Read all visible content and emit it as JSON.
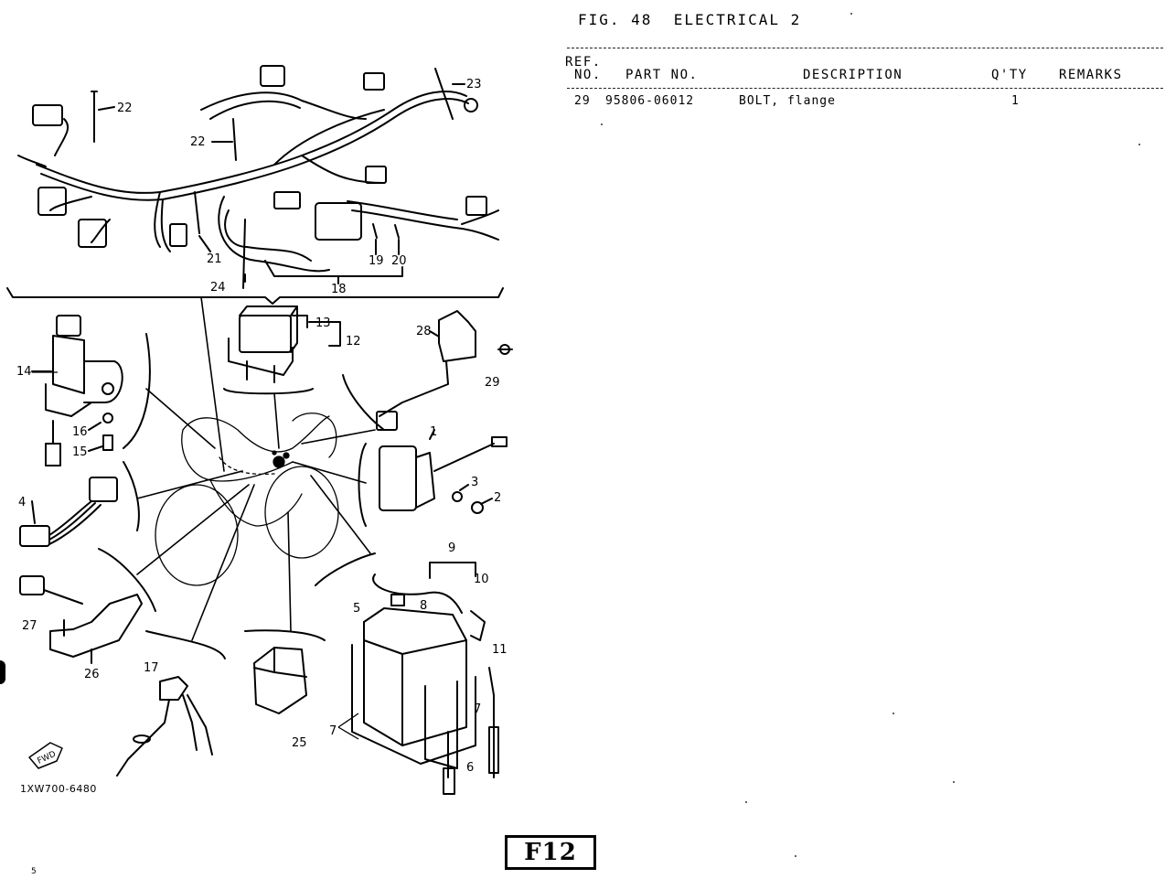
{
  "figure": {
    "title": "FIG. 48  ELECTRICAL 2"
  },
  "table": {
    "headers": {
      "ref_line1": "REF.",
      "ref_line2": "NO.",
      "part_no": "PART NO.",
      "description": "DESCRIPTION",
      "qty": "Q'TY",
      "remarks": "REMARKS"
    },
    "rows": [
      {
        "ref": "29",
        "part_no": "95806-06012",
        "description": "BOLT, flange",
        "qty": "1",
        "remarks": ""
      }
    ]
  },
  "diagram": {
    "callouts": [
      "22",
      "22",
      "23",
      "21",
      "24",
      "19",
      "20",
      "18",
      "13",
      "12",
      "14",
      "28",
      "29",
      "16",
      "15",
      "3",
      "2",
      "4",
      "9",
      "10",
      "5",
      "8",
      "27",
      "26",
      "11",
      "17",
      "7",
      "7",
      "25",
      "6",
      "1"
    ],
    "fwd_label": "FWD",
    "drawing_code": "1XW700-6480"
  },
  "page_stamp": "F12",
  "corner_mark": "5"
}
